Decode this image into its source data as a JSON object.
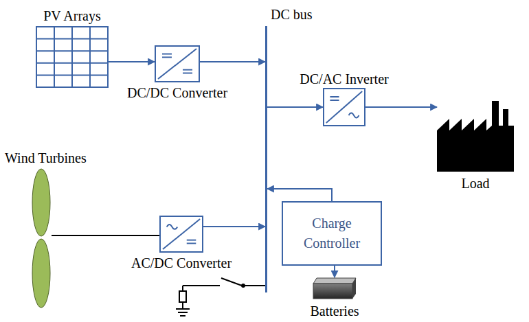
{
  "diagram": {
    "nodes": [
      {
        "text": [
          "PV Arrays"
        ]
      },
      {
        "text": [
          "DC/DC Converter"
        ]
      },
      {
        "text": [
          "DC bus"
        ]
      },
      {
        "text": [
          "DC/AC Inverter"
        ]
      },
      {
        "text": [
          "Load"
        ]
      },
      {
        "text": [
          "Wind Turbines"
        ]
      },
      {
        "text": [
          "AC/DC Converter"
        ]
      },
      {
        "text": [
          "Charge Controller"
        ]
      },
      {
        "text": [
          "Batteries"
        ]
      }
    ],
    "edges": [
      {
        "from": 0,
        "to": 1,
        "arrow": "to"
      },
      {
        "from": 1,
        "to": 2,
        "arrow": "to"
      },
      {
        "from": 2,
        "to": 3,
        "arrow": "to"
      },
      {
        "from": 3,
        "to": 4,
        "arrow": "to"
      },
      {
        "from": 5,
        "to": 6,
        "arrow": "none"
      },
      {
        "from": 6,
        "to": 2,
        "arrow": "to"
      },
      {
        "from": 7,
        "to": 2,
        "arrow": "to"
      },
      {
        "from": 7,
        "to": 8,
        "arrow": "to"
      }
    ]
  }
}
